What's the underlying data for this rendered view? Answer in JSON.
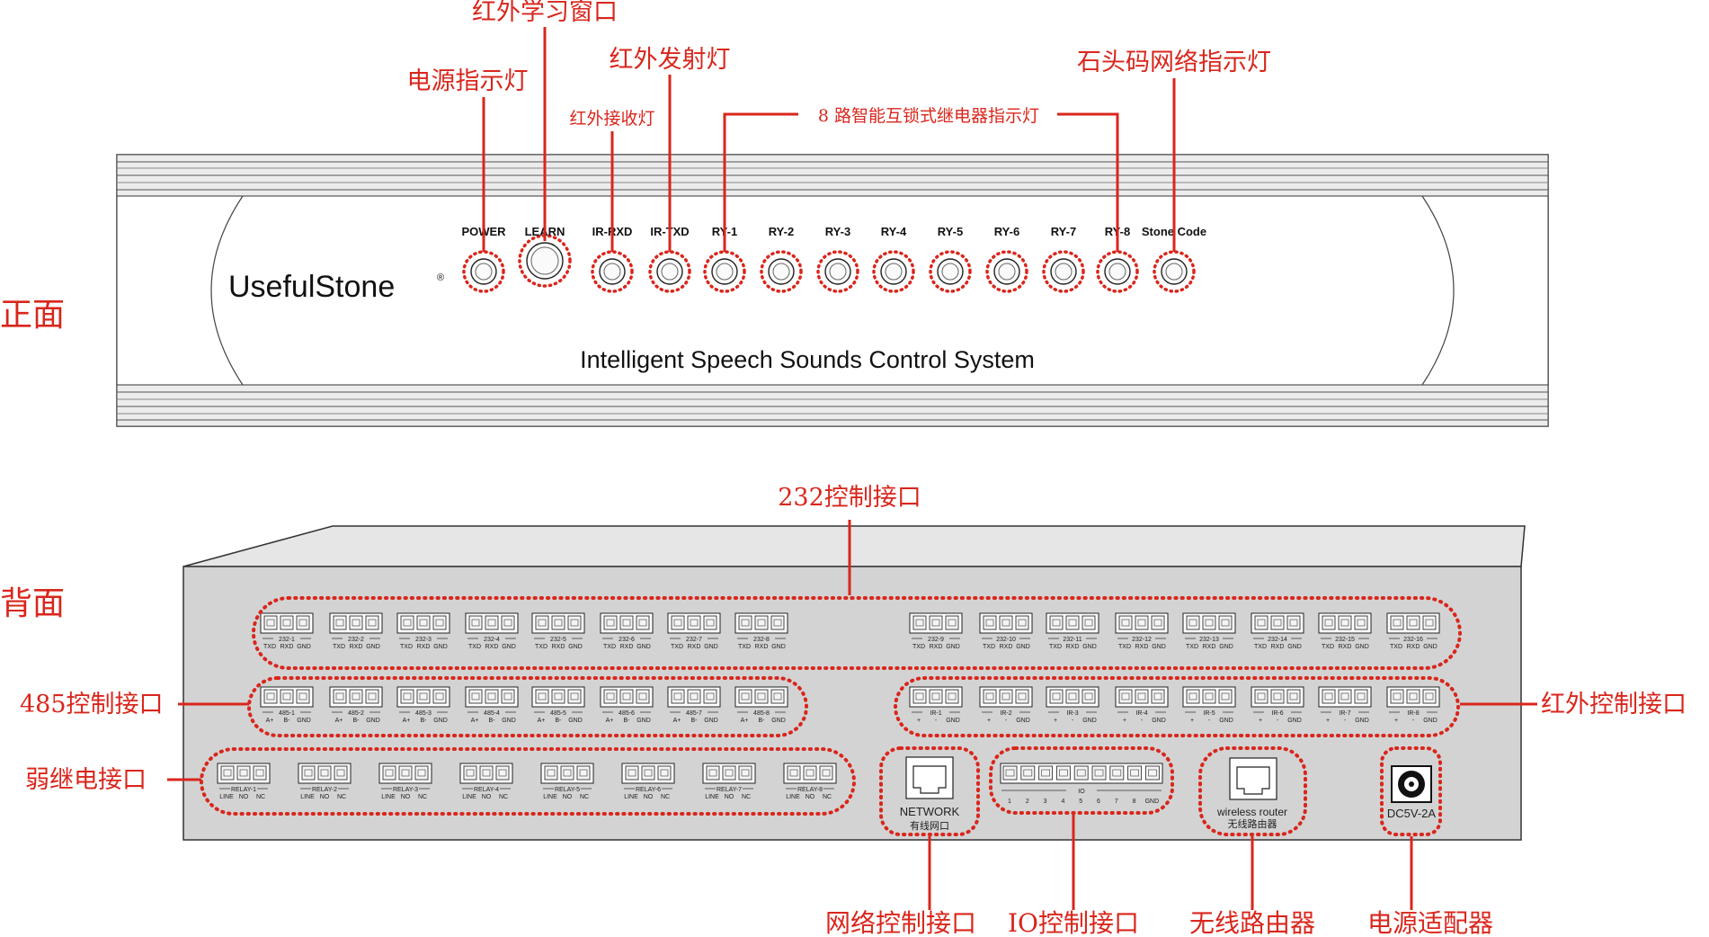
{
  "front_view": {
    "side_label": "正面",
    "brand": "UsefulStone",
    "brand_mark": "®",
    "tagline": "Intelligent Speech Sounds Control System",
    "indicators": [
      "POWER",
      "LEARN",
      "IR-RXD",
      "IR-TXD",
      "RY-1",
      "RY-2",
      "RY-3",
      "RY-4",
      "RY-5",
      "RY-6",
      "RY-7",
      "RY-8",
      "Stone Code"
    ]
  },
  "front_callouts": {
    "learn_window": "红外学习窗口",
    "power_led": "电源指示灯",
    "ir_tx_led": "红外发射灯",
    "ir_rx_led": "红外接收灯",
    "relay_leds": "8 路智能互锁式继电器指示灯",
    "stone_code_led": "石头码网络指示灯"
  },
  "rear_view": {
    "side_label": "背面",
    "rs232_ports": [
      "232-1",
      "232-2",
      "232-3",
      "232-4",
      "232-5",
      "232-6",
      "232-7",
      "232-8",
      "232-9",
      "232-10",
      "232-11",
      "232-12",
      "232-13",
      "232-14",
      "232-15",
      "232-16"
    ],
    "rs232_pins": [
      "TXD",
      "RXD",
      "GND"
    ],
    "rs485_ports": [
      "485-1",
      "485-2",
      "485-3",
      "485-4",
      "485-5",
      "485-6",
      "485-7",
      "485-8"
    ],
    "rs485_pins": [
      "A+",
      "B-",
      "GND"
    ],
    "ir_ports": [
      "IR-1",
      "IR-2",
      "IR-3",
      "IR-4",
      "IR-5",
      "IR-6",
      "IR-7",
      "IR-8"
    ],
    "ir_pins": [
      "+",
      "-",
      "GND"
    ],
    "relay_ports": [
      "RELAY-1",
      "RELAY-2",
      "RELAY-3",
      "RELAY-4",
      "RELAY-5",
      "RELAY-6",
      "RELAY-7",
      "RELAY-8"
    ],
    "relay_pins": [
      "LINE",
      "NO",
      "NC"
    ],
    "network_label": "NETWORK",
    "network_sub": "有线网口",
    "io_label": "IO",
    "io_pins": [
      "1",
      "2",
      "3",
      "4",
      "5",
      "6",
      "7",
      "8",
      "GND"
    ],
    "router_label": "wireless router",
    "router_sub": "无线路由器",
    "power_label": "DC5V-2A"
  },
  "rear_callouts": {
    "rs232": "232控制接口",
    "rs485": "485控制接口",
    "ir": "红外控制接口",
    "relay": "弱继电接口",
    "network": "网络控制接口",
    "io": "IO控制接口",
    "router": "无线路由器",
    "power": "电源适配器"
  }
}
